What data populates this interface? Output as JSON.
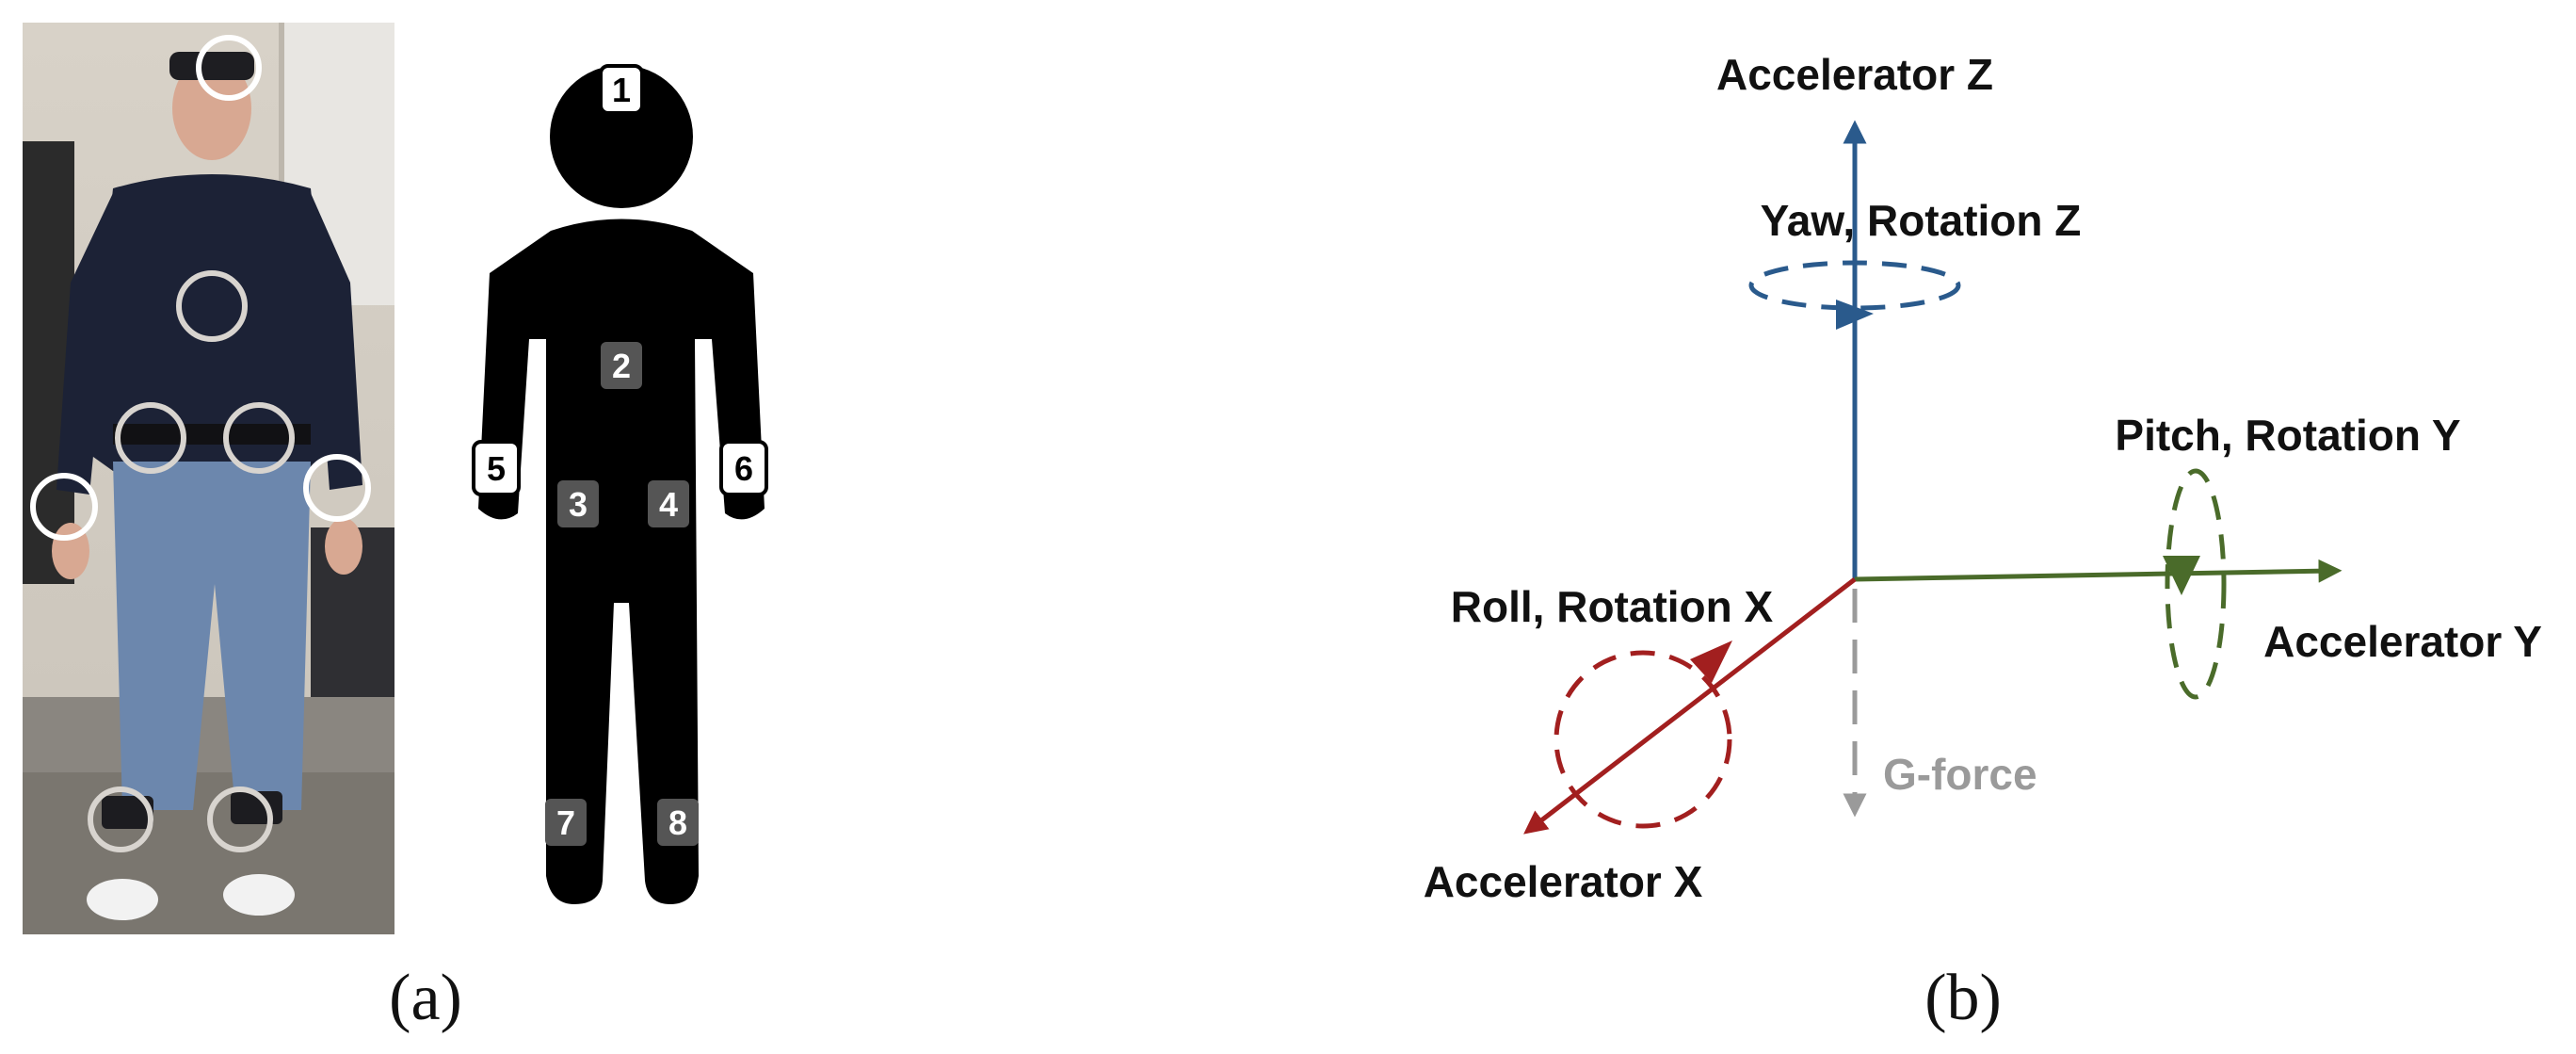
{
  "panel_a": {
    "label": "(a)",
    "sensors": [
      {
        "id": "1",
        "style": "white"
      },
      {
        "id": "2",
        "style": "gray"
      },
      {
        "id": "3",
        "style": "gray"
      },
      {
        "id": "4",
        "style": "gray"
      },
      {
        "id": "5",
        "style": "white"
      },
      {
        "id": "6",
        "style": "white"
      },
      {
        "id": "7",
        "style": "gray"
      },
      {
        "id": "8",
        "style": "gray"
      }
    ]
  },
  "panel_b": {
    "label": "(b)",
    "axes": {
      "z_label": "Accelerator Z",
      "z_rotation": "Yaw, Rotation Z",
      "y_label": "Accelerator Y",
      "y_rotation": "Pitch, Rotation Y",
      "x_label": "Accelerator X",
      "x_rotation": "Roll, Rotation X",
      "gravity": "G-force"
    }
  },
  "colors": {
    "z_axis": "#2a5a8c",
    "y_axis": "#4a6b2a",
    "x_axis": "#a21f1f",
    "gravity": "#9a9a9a",
    "silhouette": "#000000",
    "marker_gray": "#555555"
  }
}
